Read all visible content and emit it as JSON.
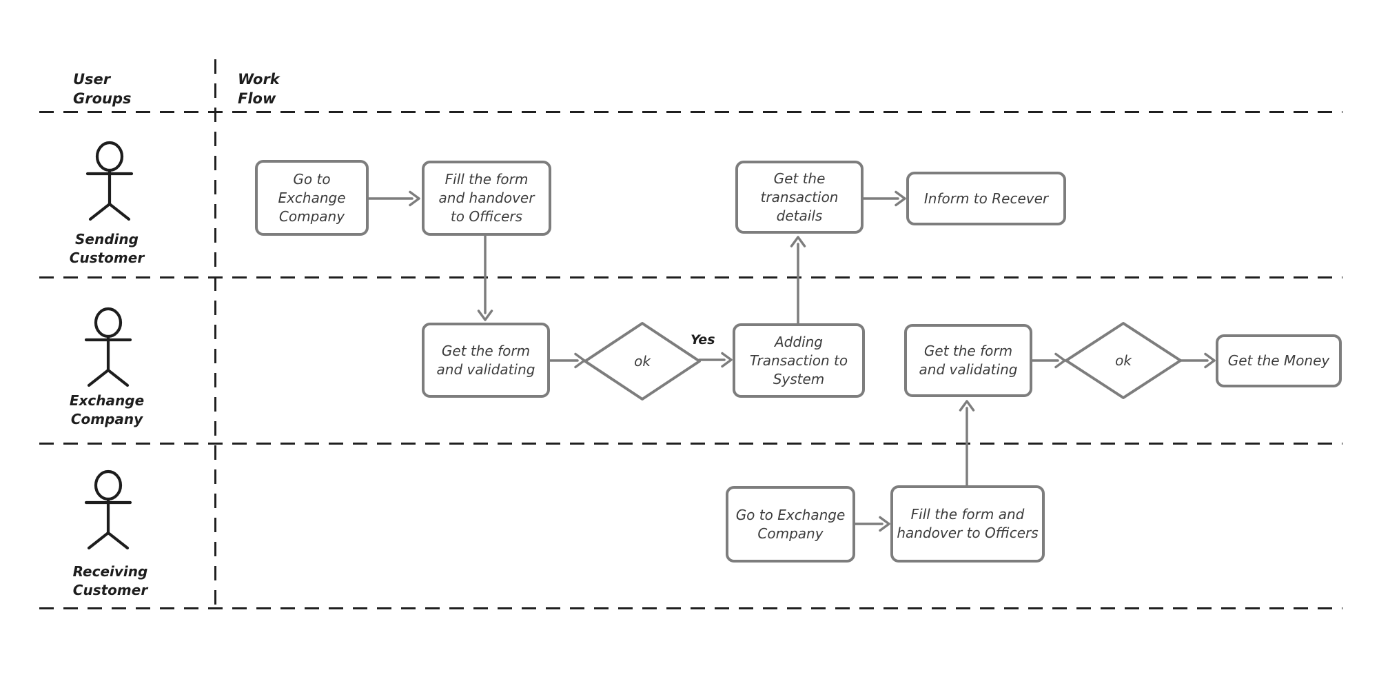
{
  "headers": {
    "user_groups": "User\nGroups",
    "work_flow": "Work\nFlow"
  },
  "lanes": {
    "sending_customer": "Sending\nCustomer",
    "exchange_company": "Exchange\nCompany",
    "receiving_customer": "Receiving\nCustomer"
  },
  "nodes": {
    "go_to_exchange_1": "Go to\nExchange\nCompany",
    "fill_form_1": "Fill the form\nand handover\nto Officers",
    "get_transaction_details": "Get the\ntransaction\ndetails",
    "inform_to_recever": "Inform to Recever",
    "get_form_validating_1": "Get the form\nand validating",
    "decision_ok_1": "ok",
    "adding_transaction": "Adding\nTransaction to\nSystem",
    "get_form_validating_2": "Get the form\nand validating",
    "decision_ok_2": "ok",
    "get_the_money": "Get the Money",
    "go_to_exchange_2": "Go to Exchange\nCompany",
    "fill_form_2": "Fill the form and\nhandover to Officers"
  },
  "edge_labels": {
    "yes_1": "Yes"
  },
  "colors": {
    "ink": "#1d1d1d",
    "shape_border": "#7d7d7d",
    "arrow": "#7d7d7d",
    "shape_text": "#3c3c3c",
    "background": "#ffffff"
  }
}
